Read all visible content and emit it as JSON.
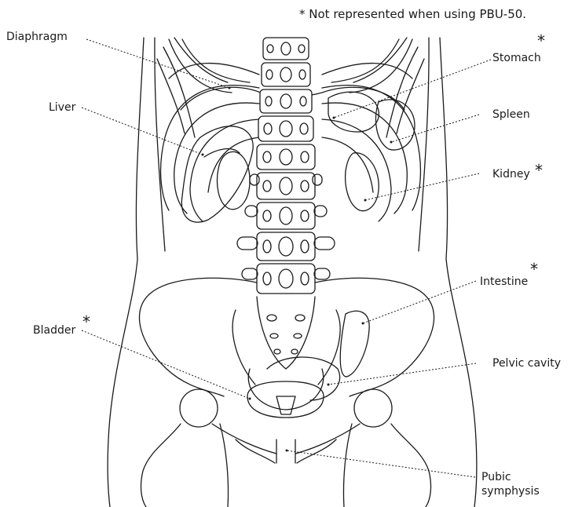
{
  "footnote": "* Not represented when using PBU-50.",
  "asterisk": "*",
  "labels": {
    "diaphragm": "Diaphragm",
    "liver": "Liver",
    "bladder": "Bladder",
    "stomach": "Stomach",
    "spleen": "Spleen",
    "kidney": "Kidney",
    "intestine": "Intestine",
    "pelvic_cavity": "Pelvic cavity",
    "pubic_symphysis_line1": "Pubic",
    "pubic_symphysis_line2": "symphysis"
  },
  "starred": [
    "stomach",
    "kidney",
    "intestine",
    "bladder"
  ],
  "colors": {
    "line": "#1a1a1a",
    "background": "#ffffff"
  }
}
